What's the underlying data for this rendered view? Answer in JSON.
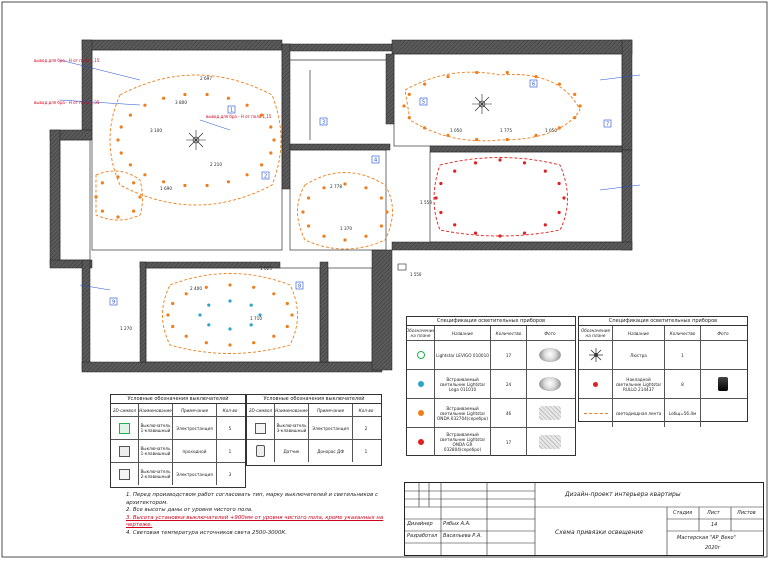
{
  "plan": {
    "callouts": [
      "вывод для бра - Н от пола 1,15",
      "вывод для бра - Н от пола 1,35",
      "вывод для бра - Н от пола 1,15"
    ],
    "dimensions": [
      "3 800",
      "2 697",
      "2 210",
      "1 690",
      "3 100",
      "1 050",
      "1 775",
      "1 050",
      "2 778",
      "1 370",
      "1 550",
      "1 025",
      "2 400",
      "1 710",
      "1 270"
    ],
    "switch_tags": [
      "1",
      "2",
      "3",
      "4",
      "5",
      "6",
      "7",
      "8",
      "9"
    ]
  },
  "spec_left": {
    "title": "Спецификация осветительных приборов",
    "headers": [
      "Обозначение на плане",
      "Название",
      "Количество",
      "Фото"
    ],
    "rows": [
      {
        "name": "Lightstar LEVIGO 010010",
        "qty": "17",
        "color": "#19b34a",
        "photo": "round"
      },
      {
        "name": "Встраиваемый светильник Lightstar Lega 011010",
        "qty": "24",
        "color": "#2aa6c8",
        "photo": "round"
      },
      {
        "name": "Встраиваемый светильник Lightstar ONDA 032704(серебро)",
        "qty": "46",
        "color": "#f07d1a",
        "photo": "crystal"
      },
      {
        "name": "Встраиваемый светильник Lightstar ONDA GR 032804(серебро)",
        "qty": "17",
        "color": "#e02020",
        "photo": "crystal"
      }
    ]
  },
  "spec_right": {
    "title": "Спецификация осветительных приборов",
    "headers": [
      "Обозначение на плане",
      "Название",
      "Количество",
      "Фото"
    ],
    "rows": [
      {
        "name": "Люстра",
        "qty": "1",
        "photo": "none"
      },
      {
        "name": "Накладной светильник Lightstar RULLO 214437",
        "qty": "8",
        "photo": "black"
      },
      {
        "name": "светодиодная лента",
        "qty": "Lобщ=56.4м",
        "photo": "none"
      }
    ]
  },
  "switch_left": {
    "title": "Условные обозначения выключателей",
    "headers": [
      "2D-символ",
      "Наименование",
      "Примечание",
      "Кол-во"
    ],
    "rows": [
      {
        "name": "Выключатель 1-клавишный",
        "note": "Электростанция",
        "qty": "5"
      },
      {
        "name": "Выключатель 1-клавишный",
        "note": "проходной",
        "qty": "1"
      },
      {
        "name": "Выключатель 2-клавишный",
        "note": "Электростанция",
        "qty": "3"
      }
    ]
  },
  "switch_right": {
    "title": "Условные обозначения выключателей",
    "headers": [
      "2D-символ",
      "Наименование",
      "Примечание",
      "Кол-во"
    ],
    "rows": [
      {
        "name": "Выключатель 3-клавишный",
        "note": "Электростанция",
        "qty": "2"
      },
      {
        "name": "Датчик",
        "note": "Донорас ДФ",
        "qty": "1"
      }
    ]
  },
  "notes": [
    "1. Перед производством работ согласовать тип, марку выключателей и светильников с архитектором.",
    "2. Все высоты даны от уровня чистого пола.",
    "3. Высота установки выключателей +900мм от уровня чистого пола, кроме указанных на чертеже.",
    "4. Световая температура источников света 2500-3000К."
  ],
  "stamp": {
    "project": "Дизайн-проект интерьера квартиры",
    "sheet_title": "Схема привязки освещения",
    "role1": "Дизайнер",
    "name1": "Рябых А.А.",
    "role2": "Разработал",
    "name2": "Васильева Р.А.",
    "stage_label": "Стадия",
    "sheet_label": "Лист",
    "sheets_label": "Листов",
    "sheet_no": "14",
    "studio": "Мастерская \"АР_Веко\"",
    "year": "2020г"
  },
  "colors": {
    "wall": "#4a4a4a",
    "lamp_orange": "#f07d1a",
    "lamp_red": "#e02020",
    "lamp_cyan": "#2aa6c8",
    "lamp_green": "#19b34a",
    "annotation_blue": "#1f4fd8",
    "annotation_red": "#d0021b"
  }
}
